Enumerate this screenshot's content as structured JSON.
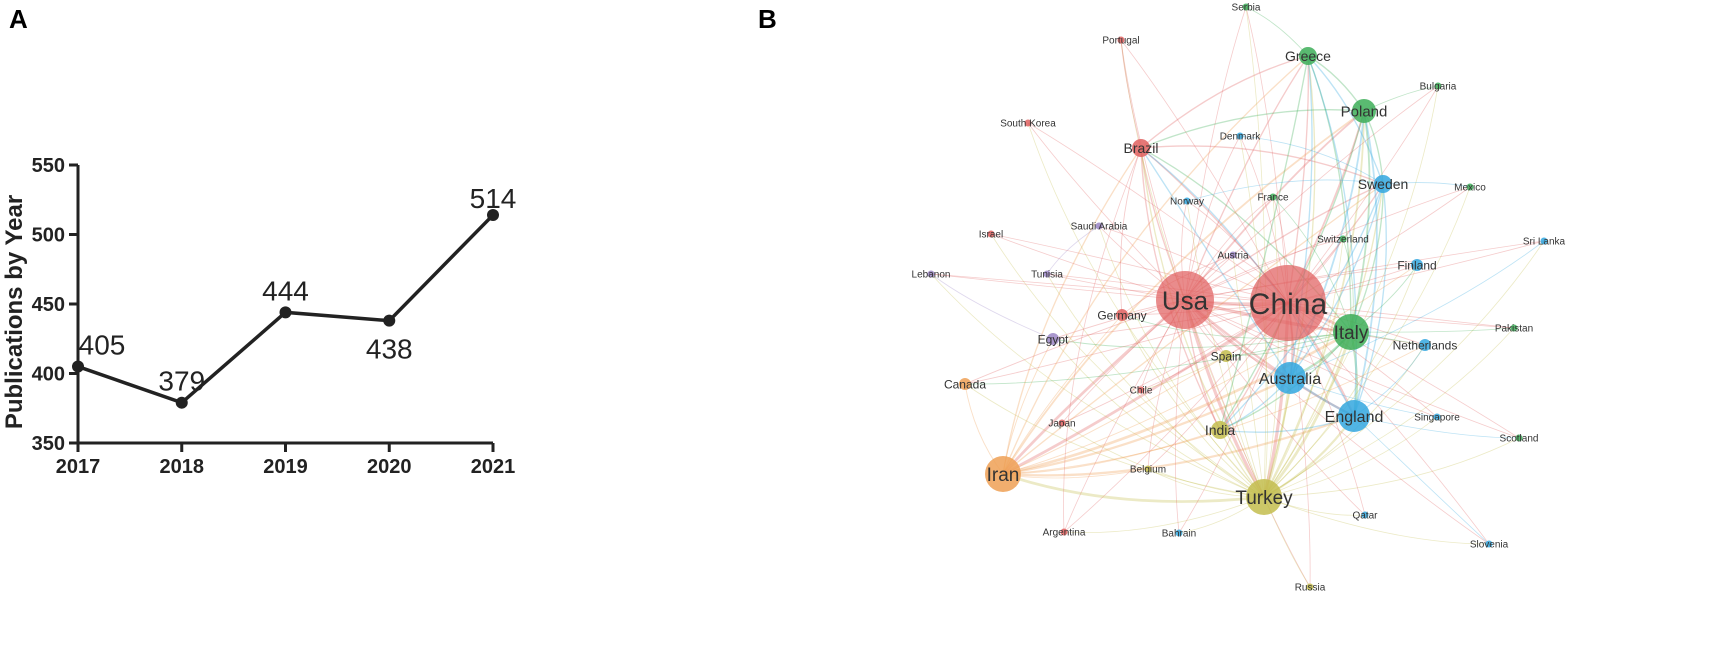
{
  "panels": {
    "a": "A",
    "b": "B"
  },
  "chart_data": [
    {
      "type": "line",
      "panel": "A",
      "title": "",
      "xlabel": "",
      "ylabel": "Publications by Year",
      "x": [
        "2017",
        "2018",
        "2019",
        "2020",
        "2021"
      ],
      "series": [
        {
          "values": [
            405,
            379,
            444,
            438,
            514
          ]
        }
      ],
      "data_labels": [
        "405",
        "379",
        "444",
        "438",
        "514"
      ],
      "yticks": [
        350,
        400,
        450,
        500,
        550
      ],
      "ylim": [
        350,
        550
      ],
      "grid": false,
      "color": "#222222"
    },
    {
      "type": "network",
      "panel": "B",
      "description_colors": {
        "red": "#e0605f",
        "green": "#3dae58",
        "blue": "#33a7df",
        "orange": "#efa055",
        "yellow": "#c3bd4e",
        "purple": "#9b86c6"
      },
      "nodes": [
        {
          "label": "China",
          "cluster": "red",
          "weight": 10
        },
        {
          "label": "Usa",
          "cluster": "red",
          "weight": 8
        },
        {
          "label": "Brazil",
          "cluster": "red",
          "weight": 3
        },
        {
          "label": "Germany",
          "cluster": "red",
          "weight": 2
        },
        {
          "label": "Chile",
          "cluster": "red",
          "weight": 1
        },
        {
          "label": "Japan",
          "cluster": "red",
          "weight": 1
        },
        {
          "label": "Argentina",
          "cluster": "red",
          "weight": 1
        },
        {
          "label": "South Korea",
          "cluster": "red",
          "weight": 1
        },
        {
          "label": "Portugal",
          "cluster": "red",
          "weight": 1
        },
        {
          "label": "Saudi Arabia",
          "cluster": "purple",
          "weight": 1
        },
        {
          "label": "Israel",
          "cluster": "red",
          "weight": 1
        },
        {
          "label": "Lebanon",
          "cluster": "purple",
          "weight": 1
        },
        {
          "label": "Tunisia",
          "cluster": "purple",
          "weight": 1
        },
        {
          "label": "Egypt",
          "cluster": "purple",
          "weight": 2
        },
        {
          "label": "Austria",
          "cluster": "purple",
          "weight": 1
        },
        {
          "label": "Canada",
          "cluster": "orange",
          "weight": 2
        },
        {
          "label": "Iran",
          "cluster": "orange",
          "weight": 6
        },
        {
          "label": "Turkey",
          "cluster": "yellow",
          "weight": 7
        },
        {
          "label": "India",
          "cluster": "yellow",
          "weight": 3
        },
        {
          "label": "Spain",
          "cluster": "yellow",
          "weight": 2
        },
        {
          "label": "Belgium",
          "cluster": "yellow",
          "weight": 1
        },
        {
          "label": "Russia",
          "cluster": "yellow",
          "weight": 1
        },
        {
          "label": "Italy",
          "cluster": "green",
          "weight": 6
        },
        {
          "label": "Poland",
          "cluster": "green",
          "weight": 4
        },
        {
          "label": "Greece",
          "cluster": "green",
          "weight": 3
        },
        {
          "label": "Serbia",
          "cluster": "green",
          "weight": 1
        },
        {
          "label": "Bulgaria",
          "cluster": "green",
          "weight": 1
        },
        {
          "label": "France",
          "cluster": "green",
          "weight": 1
        },
        {
          "label": "Switzerland",
          "cluster": "green",
          "weight": 1
        },
        {
          "label": "Mexico",
          "cluster": "green",
          "weight": 1
        },
        {
          "label": "Pakistan",
          "cluster": "green",
          "weight": 1
        },
        {
          "label": "Scotland",
          "cluster": "green",
          "weight": 1
        },
        {
          "label": "Australia",
          "cluster": "blue",
          "weight": 5
        },
        {
          "label": "England",
          "cluster": "blue",
          "weight": 5
        },
        {
          "label": "Sweden",
          "cluster": "blue",
          "weight": 3
        },
        {
          "label": "Denmark",
          "cluster": "blue",
          "weight": 1
        },
        {
          "label": "Norway",
          "cluster": "blue",
          "weight": 1
        },
        {
          "label": "Finland",
          "cluster": "blue",
          "weight": 2
        },
        {
          "label": "Netherlands",
          "cluster": "blue",
          "weight": 2
        },
        {
          "label": "Sri Lanka",
          "cluster": "blue",
          "weight": 1
        },
        {
          "label": "Singapore",
          "cluster": "blue",
          "weight": 1
        },
        {
          "label": "Qatar",
          "cluster": "blue",
          "weight": 1
        },
        {
          "label": "Bahrain",
          "cluster": "blue",
          "weight": 1
        },
        {
          "label": "Slovenia",
          "cluster": "blue",
          "weight": 1
        }
      ]
    }
  ]
}
